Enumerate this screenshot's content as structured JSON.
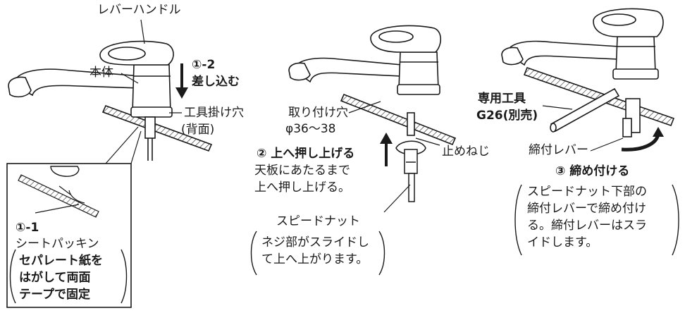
{
  "panel1": {
    "lever_handle": "レバーハンドル",
    "body": "本体",
    "step_1_2_num": "①-2",
    "step_1_2_text": "差し込む",
    "tool_hole_1": "工具掛け穴",
    "tool_hole_2": "(背面)",
    "step_1_1_num": "①-1",
    "seat_packing": "シートパッキン",
    "note_lines": [
      "セパレート紙を",
      "はがして両面",
      "テープで固定"
    ]
  },
  "panel2": {
    "mount_hole_1": "取り付け穴",
    "mount_hole_2": "φ36〜38",
    "step_2": "② 上へ押し上げる",
    "step_2_desc_1": "天板にあたるまで",
    "step_2_desc_2": "上へ押し上げる。",
    "set_screw": "止めねじ",
    "speed_nut": "スピードナット",
    "speed_nut_desc_1": "ネジ部がスライドし",
    "speed_nut_desc_2": "て上へ上がります。"
  },
  "panel3": {
    "tool_1": "専用工具",
    "tool_2": "G26(別売)",
    "tighten_lever": "締付レバー",
    "step_3": "③ 締め付ける",
    "desc_lines": [
      "スピードナット下部の",
      "締付レバーで締め付け",
      "る。締付レバーはスラ",
      "イドします。"
    ]
  },
  "colors": {
    "line": "#1a1a1a",
    "hatch": "#333333",
    "bg": "#ffffff"
  }
}
